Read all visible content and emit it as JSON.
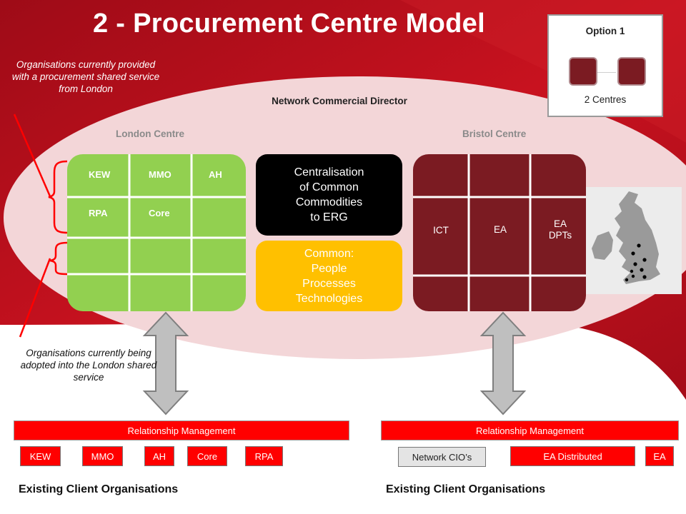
{
  "title": "2 - Procurement Centre Model",
  "notes": {
    "top": "Organisations currently provided with a procurement shared service from London",
    "bottom": "Organisations currently being adopted into the London shared service"
  },
  "director": "Network Commercial Director",
  "london": {
    "label": "London Centre",
    "cells": [
      "KEW",
      "MMO",
      "AH",
      "RPA",
      "Core"
    ]
  },
  "bristol": {
    "label": "Bristol Centre",
    "cells": [
      "ICT",
      "EA",
      "EA\nDPTs"
    ]
  },
  "centralisation": "Centralisation\nof Common\nCommodities\nto ERG",
  "common": "Common:\nPeople\nProcesses\nTechnologies",
  "option": {
    "title": "Option 1",
    "subtitle": "2 Centres"
  },
  "left_bottom": {
    "relationship": "Relationship Management",
    "chips": [
      "KEW",
      "MMO",
      "AH",
      "Core",
      "RPA"
    ],
    "existing": "Existing Client Organisations"
  },
  "right_bottom": {
    "relationship": "Relationship Management",
    "chips": [
      "Network CIO’s",
      "EA Distributed",
      "EA"
    ],
    "existing": "Existing Client Organisations"
  },
  "colors": {
    "red_bg": "#c0101e",
    "green": "#92d050",
    "maroon": "#7b1b22",
    "yellow": "#ffc000",
    "relationship_red": "#ff0000"
  }
}
